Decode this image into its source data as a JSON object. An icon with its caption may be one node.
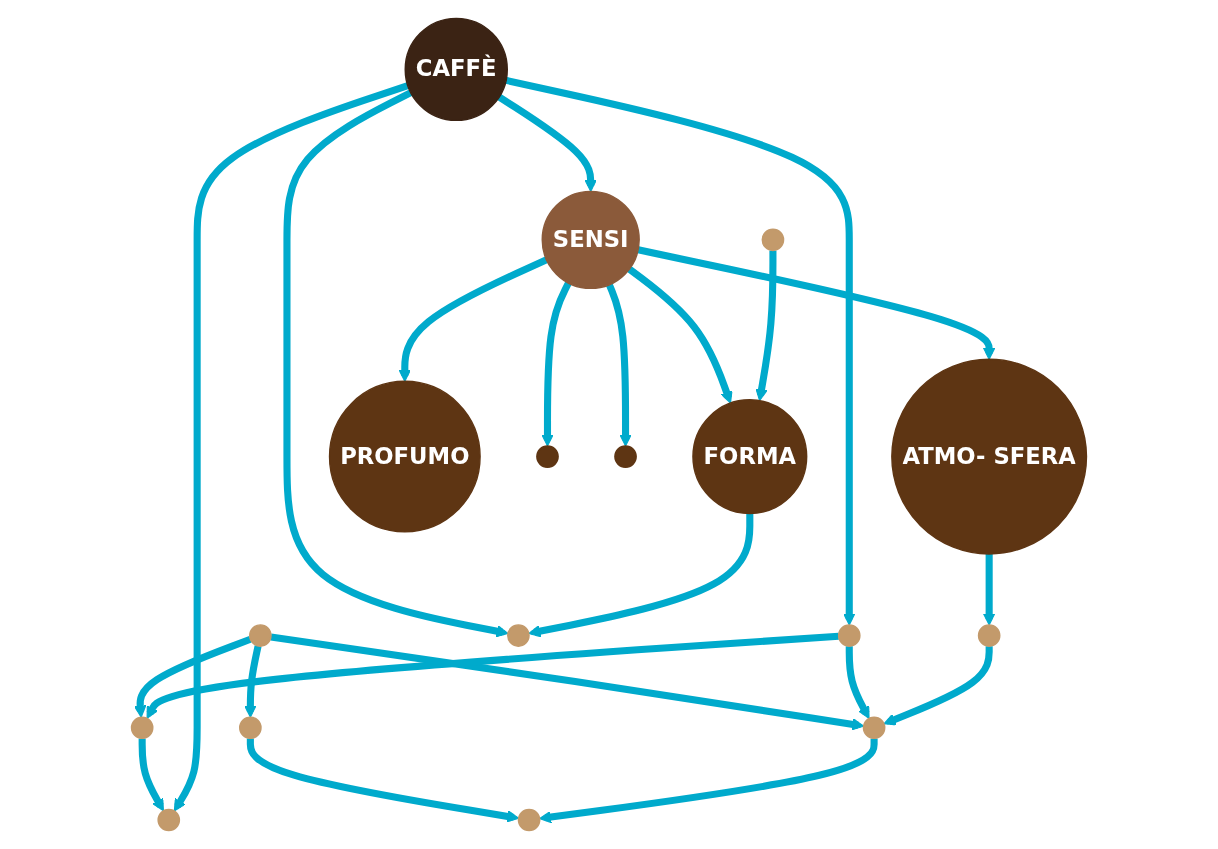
{
  "diagram": {
    "nodes": [
      {
        "text": [],
        "shape": "circle"
      },
      {
        "text": [],
        "shape": "circle"
      },
      {
        "text": [],
        "shape": "circle"
      },
      {
        "text": [],
        "shape": "circle"
      },
      {
        "text": [],
        "shape": "circle"
      },
      {
        "text": [],
        "shape": "circle"
      },
      {
        "text": [],
        "shape": "circle"
      },
      {
        "text": [
          "CAFFÈ"
        ]
      },
      {
        "text": [],
        "shape": "circle"
      },
      {
        "text": [],
        "shape": "circle"
      },
      {
        "text": [
          "ATMO- SFERA"
        ]
      },
      {
        "text": [
          "SENSI"
        ]
      },
      {
        "text": [
          "FORMA"
        ]
      },
      {
        "text": [],
        "shape": "circle"
      },
      {
        "text": [
          "PROFUMO"
        ]
      },
      {
        "text": [],
        "shape": "circle"
      },
      {
        "text": [],
        "shape": "circle"
      }
    ],
    "edges": [
      {
        "from": 1,
        "to": 0,
        "arrow": "to"
      },
      {
        "from": 1,
        "to": 2,
        "arrow": "to"
      },
      {
        "from": 2,
        "to": 3,
        "arrow": "to"
      },
      {
        "from": 0,
        "to": 4,
        "arrow": "to"
      },
      {
        "from": 1,
        "to": 5,
        "arrow": "to"
      },
      {
        "from": 6,
        "to": 2,
        "arrow": "to"
      },
      {
        "from": 7,
        "to": 3,
        "arrow": "to"
      },
      {
        "from": 7,
        "to": 6,
        "arrow": "to"
      },
      {
        "from": 6,
        "to": 5,
        "arrow": "to"
      },
      {
        "from": 5,
        "to": 4,
        "arrow": "to"
      },
      {
        "from": 7,
        "to": 8,
        "arrow": "to"
      },
      {
        "from": 7,
        "to": 11,
        "arrow": "to"
      },
      {
        "from": 9,
        "to": 5,
        "arrow": "to"
      },
      {
        "from": 10,
        "to": 9,
        "arrow": "to"
      },
      {
        "from": 11,
        "to": 10,
        "arrow": "to"
      },
      {
        "from": 11,
        "to": 12,
        "arrow": "to"
      },
      {
        "from": 13,
        "to": 12,
        "arrow": "to"
      },
      {
        "from": 12,
        "to": 8,
        "arrow": "to"
      },
      {
        "from": 11,
        "to": 14,
        "arrow": "to"
      },
      {
        "from": 11,
        "to": 15,
        "arrow": "to"
      },
      {
        "from": 11,
        "to": 16,
        "arrow": "to"
      }
    ]
  }
}
